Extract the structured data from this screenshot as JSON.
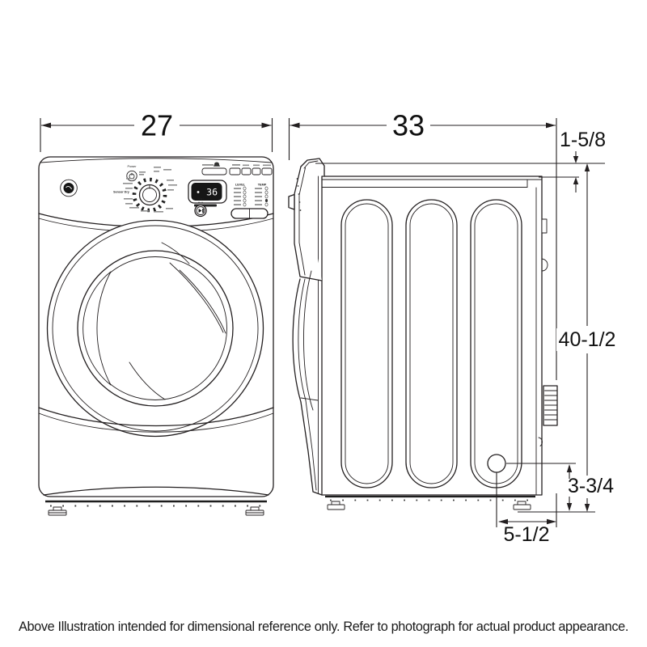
{
  "dimensions": {
    "front_width": "27",
    "depth": "33",
    "panel_offset": "1-5/8",
    "total_height": "40-1/2",
    "connection_height": "3-3/4",
    "connection_setback": "5-1/2"
  },
  "control_panel": {
    "power_label": "Power",
    "sensor_label": "Sensor Dry",
    "display_value": "36",
    "start_label": "Start",
    "start_sublabel": "Hold",
    "level_label": "LEVEL",
    "temp_label": "TEMP"
  },
  "footer": {
    "note": "Above Illustration intended for dimensional reference only. Refer to photograph for actual product appearance."
  },
  "colors": {
    "line": "#231f20",
    "display_bg": "#161616",
    "display_text": "#ffffff"
  }
}
